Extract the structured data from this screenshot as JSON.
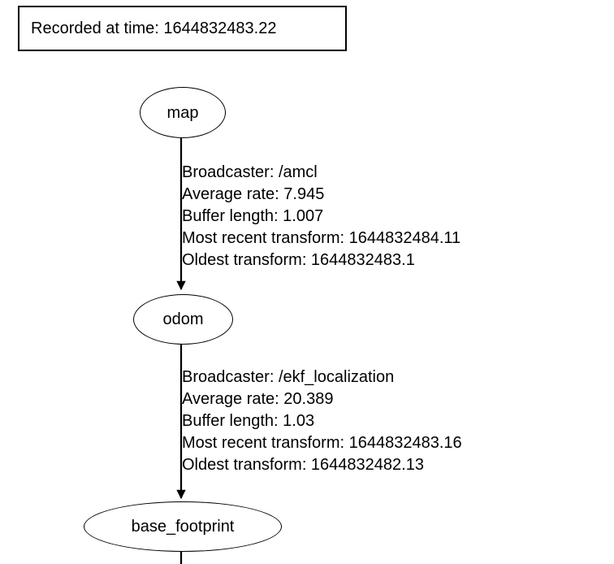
{
  "graph": {
    "title_box": {
      "text": "Recorded at time: 1644832483.22",
      "recorded_at_time": "1644832483.22"
    },
    "nodes": [
      {
        "id": "map",
        "label": "map"
      },
      {
        "id": "odom",
        "label": "odom"
      },
      {
        "id": "base_footprint",
        "label": "base_footprint"
      }
    ],
    "edges": [
      {
        "from": "map",
        "to": "odom",
        "lines": [
          "Broadcaster: /amcl",
          "Average rate: 7.945",
          "Buffer length: 1.007",
          "Most recent transform: 1644832484.11",
          "Oldest transform: 1644832483.1"
        ],
        "fields": {
          "broadcaster": "/amcl",
          "average_rate": "7.945",
          "buffer_length": "1.007",
          "most_recent_transform": "1644832484.11",
          "oldest_transform": "1644832483.1"
        }
      },
      {
        "from": "odom",
        "to": "base_footprint",
        "lines": [
          "Broadcaster: /ekf_localization",
          "Average rate: 20.389",
          "Buffer length: 1.03",
          "Most recent transform: 1644832483.16",
          "Oldest transform: 1644832482.13"
        ],
        "fields": {
          "broadcaster": "/ekf_localization",
          "average_rate": "20.389",
          "buffer_length": "1.03",
          "most_recent_transform": "1644832483.16",
          "oldest_transform": "1644832482.13"
        }
      }
    ],
    "colors": {
      "stroke": "#000000",
      "fill": "#ffffff",
      "text": "#000000"
    }
  }
}
